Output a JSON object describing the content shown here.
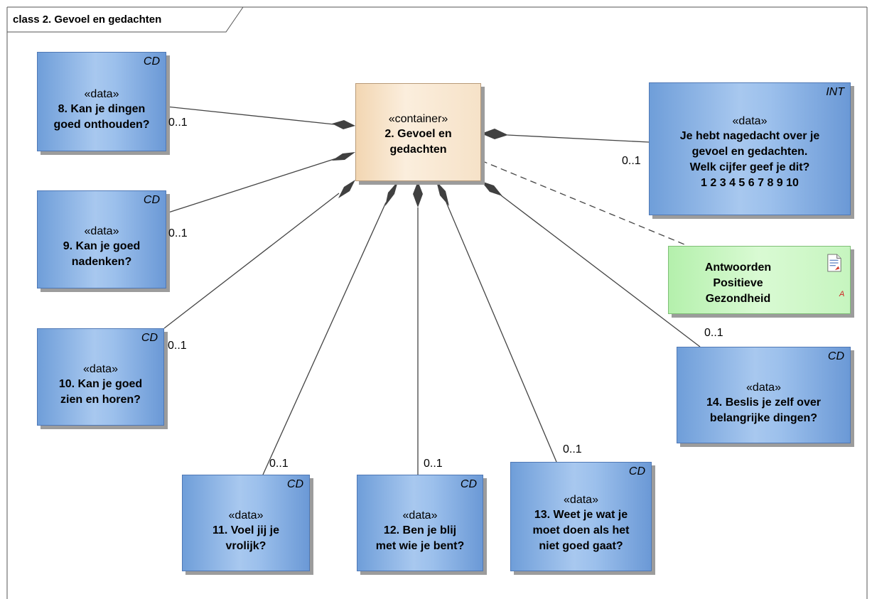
{
  "diagram": {
    "frame_title": "class 2. Gevoel en gedachten",
    "container": {
      "stereotype": "«container»",
      "name": "2. Gevoel en\ngedachten"
    },
    "boxes": [
      {
        "id": "b8",
        "tag": "CD",
        "stereotype": "«data»",
        "name": "8. Kan je dingen\ngoed onthouden?",
        "multiplicity": "0..1"
      },
      {
        "id": "b9",
        "tag": "CD",
        "stereotype": "«data»",
        "name": "9. Kan je goed\nnadenken?",
        "multiplicity": "0..1"
      },
      {
        "id": "b10",
        "tag": "CD",
        "stereotype": "«data»",
        "name": "10. Kan je goed\nzien en horen?",
        "multiplicity": "0..1"
      },
      {
        "id": "b11",
        "tag": "CD",
        "stereotype": "«data»",
        "name": "11. Voel jij je\nvrolijk?",
        "multiplicity": "0..1"
      },
      {
        "id": "b12",
        "tag": "CD",
        "stereotype": "«data»",
        "name": "12. Ben je blij\nmet wie je bent?",
        "multiplicity": "0..1"
      },
      {
        "id": "b13",
        "tag": "CD",
        "stereotype": "«data»",
        "name": "13. Weet je wat je\nmoet doen als het\nniet goed gaat?",
        "multiplicity": "0..1"
      },
      {
        "id": "b14",
        "tag": "CD",
        "stereotype": "«data»",
        "name": "14. Beslis je zelf over\nbelangrijke dingen?",
        "multiplicity": "0..1"
      },
      {
        "id": "bint",
        "tag": "INT",
        "stereotype": "«data»",
        "name": "Je hebt nagedacht over je\ngevoel en gedachten.\nWelk cijfer geef je dit?\n1 2 3 4 5 6 7 8 9 10",
        "multiplicity": "0..1"
      }
    ],
    "artifact": {
      "name": "Antwoorden\nPositieve\nGezondheid",
      "icon": "document-icon",
      "icon_mark": "A"
    },
    "colors": {
      "data_box": "#8fb6e8",
      "container_box": "#f7e4cc",
      "artifact_box": "#c6f5bf"
    }
  }
}
